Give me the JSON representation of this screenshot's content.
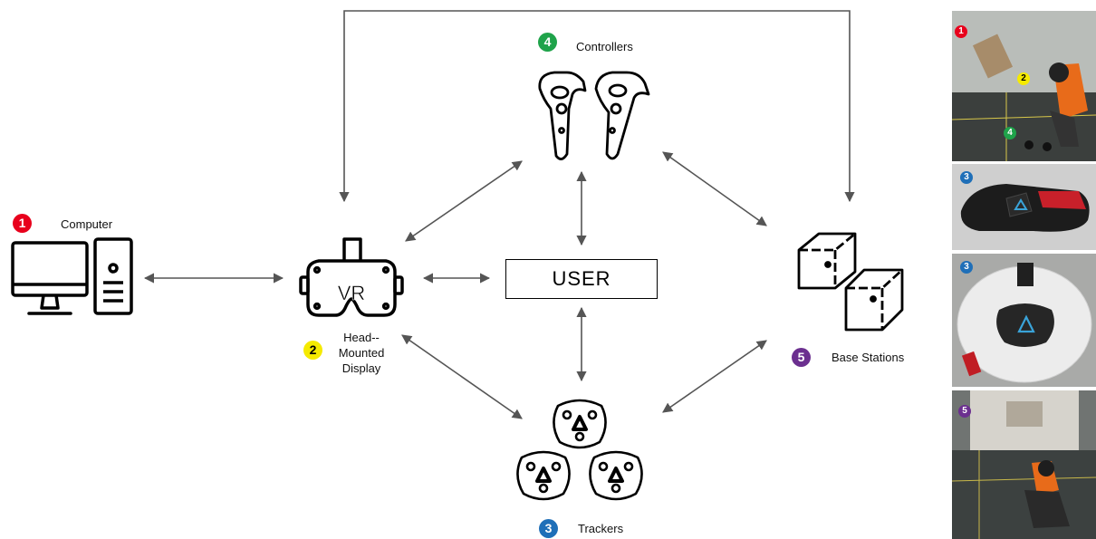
{
  "nodes": {
    "computer": {
      "badge": "1",
      "label": "Computer"
    },
    "hmd": {
      "badge": "2",
      "label_lines": [
        "Head--",
        "Mounted",
        "Display"
      ],
      "icon_text": "VR"
    },
    "trackers": {
      "badge": "3",
      "label": "Trackers"
    },
    "controllers": {
      "badge": "4",
      "label": "Controllers"
    },
    "base_stations": {
      "badge": "5",
      "label": "Base Stations"
    },
    "user": {
      "label": "USER"
    }
  },
  "badge_colors": {
    "1": "#e8001c",
    "2": "#f5ea00",
    "3": "#1f6fb8",
    "4": "#1fa34a",
    "5": "#6b2f8f"
  },
  "photos": [
    {
      "badges": [
        "1",
        "2",
        "4"
      ]
    },
    {
      "badges": [
        "3"
      ]
    },
    {
      "badges": [
        "3"
      ]
    },
    {
      "badges": [
        "5"
      ]
    }
  ]
}
